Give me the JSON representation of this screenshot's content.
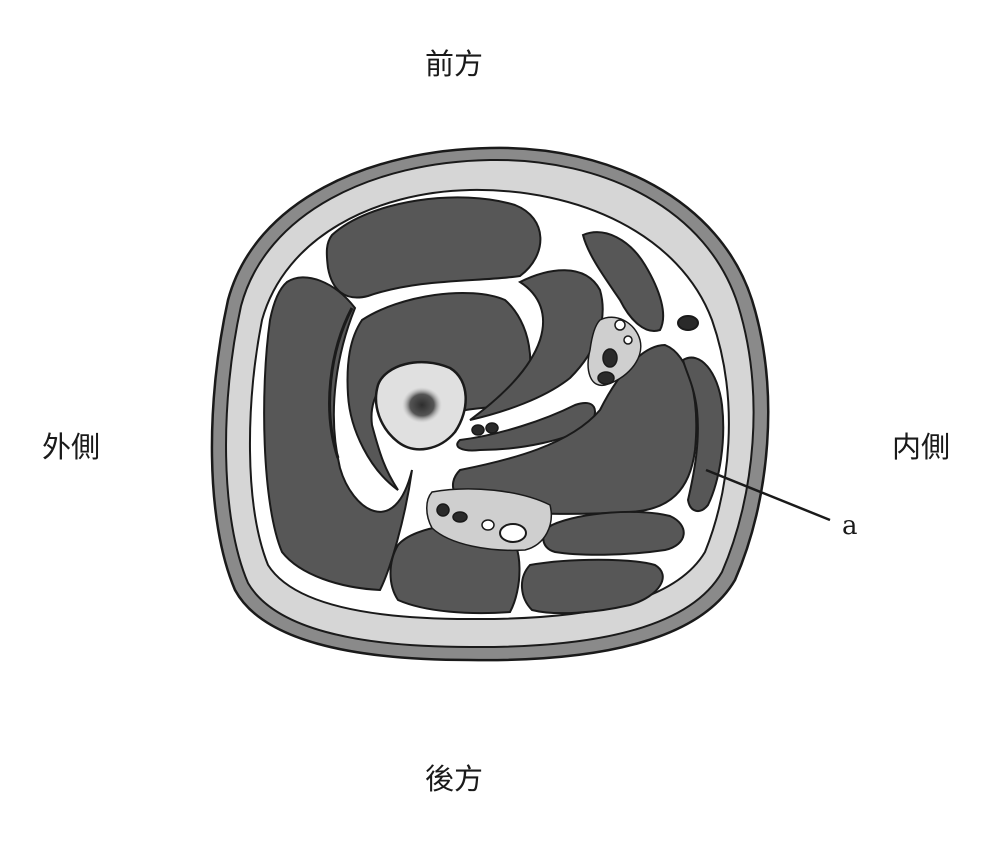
{
  "figure": {
    "labels": {
      "anterior": "前方",
      "posterior": "後方",
      "lateral": "外側",
      "medial": "内側",
      "pointer_a": "a"
    },
    "colors": {
      "muscle": "#575757",
      "subcutaneous_fat": "#d6d6d6",
      "skin": "#8a8a8a",
      "fascia": "#ffffff",
      "outline": "#1a1a1a",
      "bone": "#e0e0e0",
      "marrow": "#4a4a4a"
    }
  }
}
